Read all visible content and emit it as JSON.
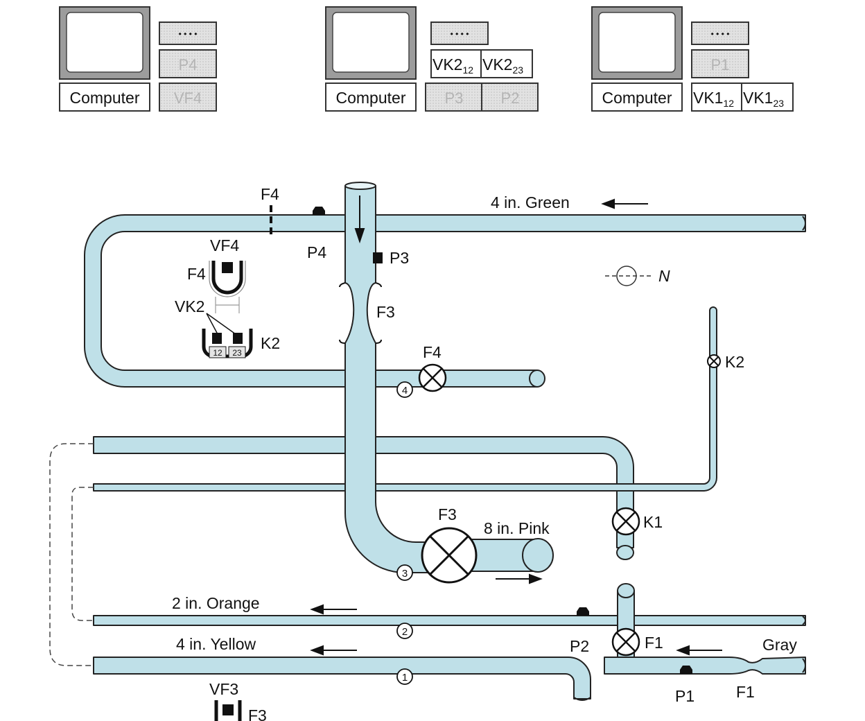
{
  "colors": {
    "pipe_fill": "#bfe0e8",
    "pipe_stroke": "#222222",
    "panel_fill": "#d8d8d8",
    "muted_text": "#b4b4b4"
  },
  "panels": [
    {
      "computer_label": "Computer",
      "top_label": "P4",
      "bottom_label": "VF4"
    },
    {
      "computer_label": "Computer",
      "middle_left_main": "VK2",
      "middle_left_sub": "12",
      "middle_right_main": "VK2",
      "middle_right_sub": "23",
      "bottom_left": "P3",
      "bottom_right": "P2"
    },
    {
      "computer_label": "Computer",
      "top_label": "P1",
      "bottom_left_main": "VK1",
      "bottom_left_sub": "12",
      "bottom_right_main": "VK1",
      "bottom_right_sub": "23"
    }
  ],
  "pipes": {
    "green": "4 in. Green",
    "pink": "8 in. Pink",
    "orange": "2 in. Orange",
    "yellow": "4 in. Yellow",
    "gray": "Gray"
  },
  "labels": {
    "f4_top": "F4",
    "p4": "P4",
    "p3": "P3",
    "vf4": "VF4",
    "f4_left": "F4",
    "vk2": "VK2",
    "k2_left": "K2",
    "k2_cell_12": "12",
    "k2_cell_23": "23",
    "f3_venturi": "F3",
    "f4_valve": "F4",
    "north": "N",
    "k2_right": "K2",
    "k1": "K1",
    "f3_valve": "F3",
    "p2": "P2",
    "f1_valve": "F1",
    "p1": "P1",
    "f1_venturi": "F1",
    "vf3": "VF3",
    "f3_bottom": "F3",
    "node_1": "1",
    "node_2": "2",
    "node_3": "3",
    "node_4": "4"
  }
}
